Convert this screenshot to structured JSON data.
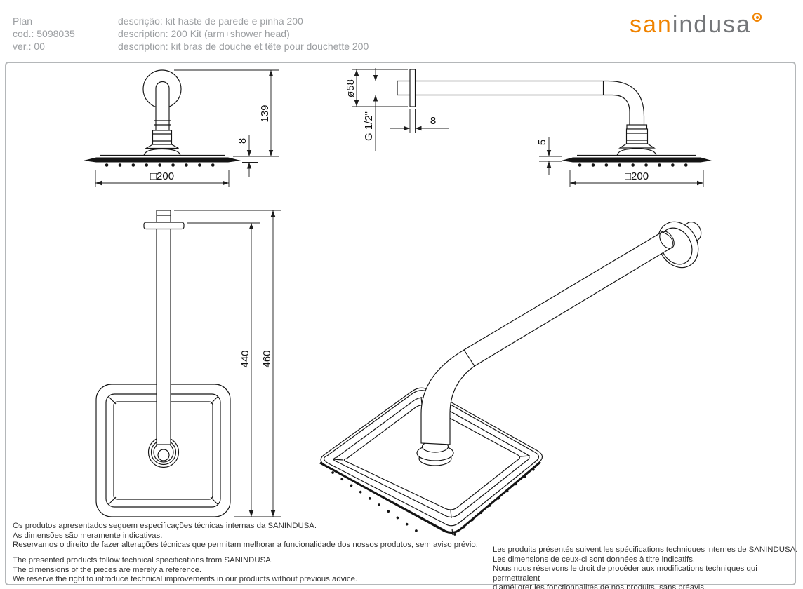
{
  "meta": {
    "plan_label": "Plan",
    "code_label": "cod.: 5098035",
    "version_label": "ver.: 00"
  },
  "descriptions": {
    "pt": "descrição: kit haste de parede e pinha 200",
    "en": "description: 200 Kit (arm+shower head)",
    "fr": "description: kit bras de douche et tête pour douchette 200"
  },
  "logo": {
    "prefix": "san",
    "suffix": "indusa"
  },
  "dimensions": {
    "front_height": "139",
    "front_head_thickness": "8",
    "front_width": "□200",
    "flange_diameter": "ø58",
    "thread": "G 1/2\"",
    "flange_thickness": "8",
    "side_head_thickness": "5",
    "side_width": "□200",
    "length_to_flange": "440",
    "length_total": "460"
  },
  "disclaimer": {
    "pt": [
      "Os produtos apresentados seguem especificações técnicas internas da SANINDUSA.",
      "As dimensões são meramente indicativas.",
      "Reservamos o direito de fazer alterações técnicas que permitam melhorar a funcionalidade dos nossos produtos, sem aviso prévio."
    ],
    "en": [
      "The presented products follow technical specifications from SANINDUSA.",
      "The dimensions of the pieces are merely a reference.",
      "We reserve the right to introduce technical improvements in our products without previous advice."
    ],
    "fr": [
      "Les produits présentés suivent les spécifications techniques internes de SANINDUSA.",
      "Les dimensions de ceux-ci sont données à titre indicatifs.",
      "Nous nous réservons le droit de procéder aux modifications techniques qui permettraient",
      "d'améliorer les fonctionnalités de nos produits, sans préavis."
    ]
  },
  "colors": {
    "logo_orange": "#F08300",
    "logo_gray": "#75777A",
    "line": "#141414",
    "header_text": "#9B9EA1",
    "frame_border": "#B4B7B9"
  }
}
